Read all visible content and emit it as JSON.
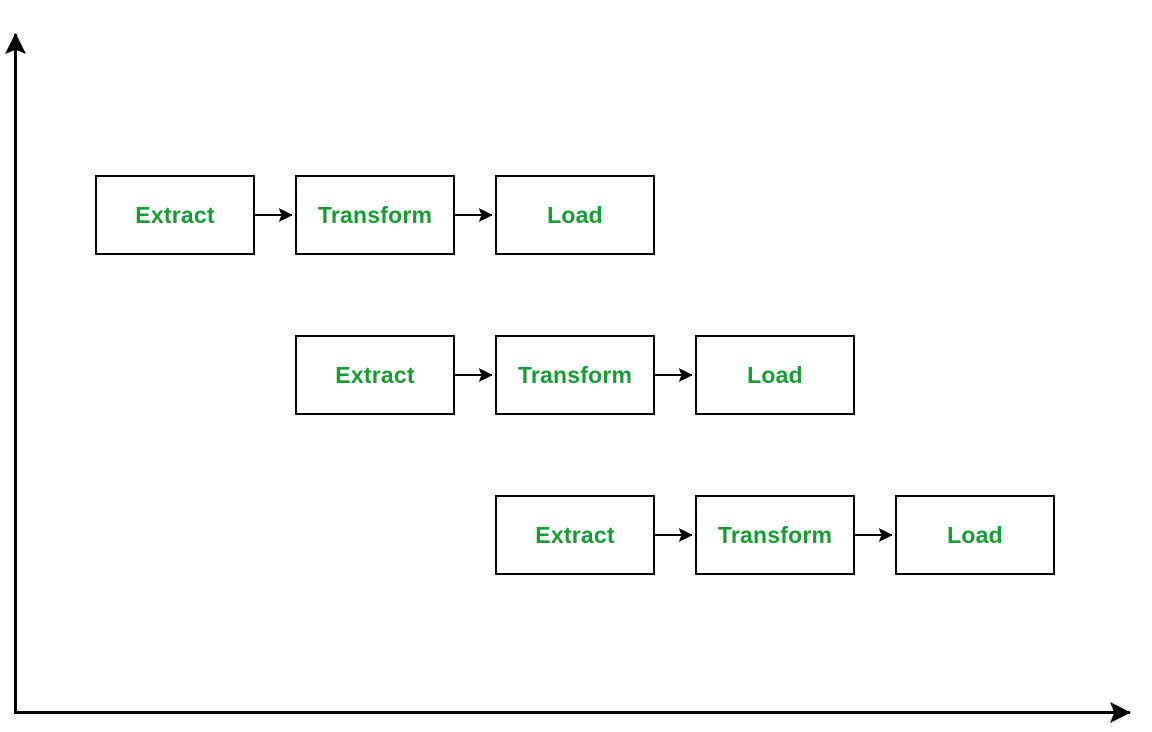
{
  "colors": {
    "node_text": "#149e33",
    "node_border": "#000000",
    "arrow": "#000000",
    "background": "#ffffff"
  },
  "diagram": {
    "type": "flow-diagram",
    "description": "Three staggered ETL pipelines plotted against blank x/y axes",
    "pipelines": [
      {
        "stages": [
          {
            "label": "Extract"
          },
          {
            "label": "Transform"
          },
          {
            "label": "Load"
          }
        ]
      },
      {
        "stages": [
          {
            "label": "Extract"
          },
          {
            "label": "Transform"
          },
          {
            "label": "Load"
          }
        ]
      },
      {
        "stages": [
          {
            "label": "Extract"
          },
          {
            "label": "Transform"
          },
          {
            "label": "Load"
          }
        ]
      }
    ],
    "axes": {
      "x_axis_label": "",
      "y_axis_label": ""
    }
  }
}
